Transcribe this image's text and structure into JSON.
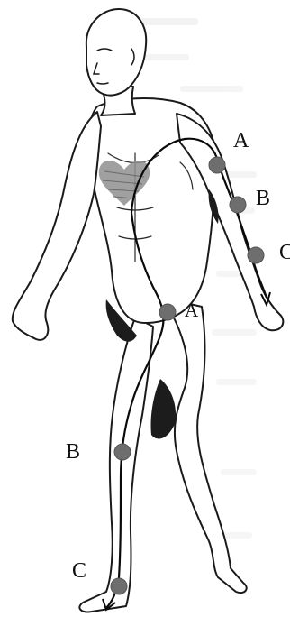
{
  "colors": {
    "outline": "#1a1a1a",
    "skin": "#ffffff",
    "shadow": "#1c1c1c",
    "heart": "#8f8f8f",
    "point": "#6e6e6e",
    "path": "#0a0a0a",
    "background_text": "#e6e6e6"
  },
  "labels": {
    "arm_a": "A",
    "arm_b": "B",
    "arm_c": "C",
    "leg_a": "A",
    "leg_b": "B",
    "leg_c": "C"
  },
  "icons": {
    "heart": "heart-icon",
    "arm_arrow": "arrow-down-icon",
    "leg_arrow": "arrow-down-icon"
  }
}
